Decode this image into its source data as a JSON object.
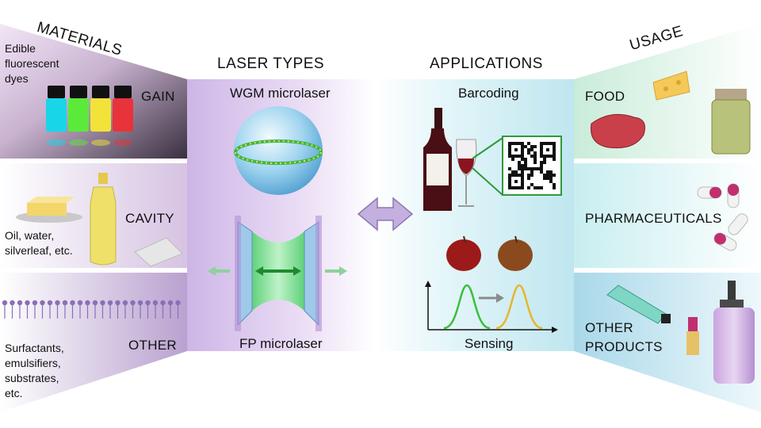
{
  "headers": {
    "materials": "MATERIALS",
    "laser_types": "LASER TYPES",
    "applications": "APPLICATIONS",
    "usage": "USAGE"
  },
  "materials": {
    "gain": {
      "label": "GAIN",
      "caption_lines": [
        "Edible",
        "fluorescent",
        "dyes"
      ]
    },
    "cavity": {
      "label": "CAVITY",
      "caption_lines": [
        "Oil, water,",
        "silverleaf, etc."
      ]
    },
    "other": {
      "label": "OTHER",
      "caption_lines": [
        "Surfactants,",
        "emulsifiers,",
        "substrates,",
        "etc."
      ]
    }
  },
  "laser_types": {
    "top": "WGM microlaser",
    "bottom": "FP microlaser"
  },
  "applications": {
    "top": "Barcoding",
    "bottom": "Sensing"
  },
  "usage": {
    "food": "FOOD",
    "pharma": "PHARMACEUTICALS",
    "other_lines": [
      "OTHER",
      "PRODUCTS"
    ]
  },
  "colors": {
    "gain_dyes": [
      "#18d6e8",
      "#5bea3a",
      "#f2e23a",
      "#e8333a"
    ],
    "laser_panel": "#d9c8ec",
    "app_panel": "#cdeef3",
    "arrow": "#b9a3d6",
    "qr_frame": "#2e9a3a",
    "peak_before": "#3bbf3b",
    "peak_after": "#e6b62a"
  }
}
